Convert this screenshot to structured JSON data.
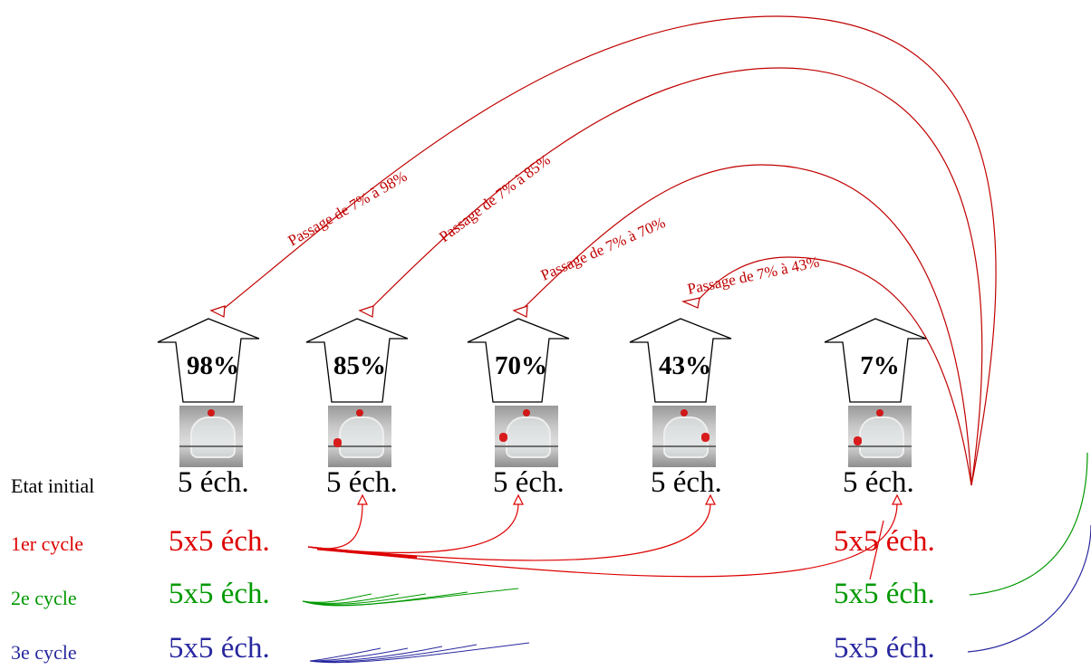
{
  "colors": {
    "transfer": "#c00000",
    "cycle1": "#dd0000",
    "cycle2": "#009900",
    "cycle3": "#2828a0",
    "initial": "#000000"
  },
  "humidity_levels": [
    "98%",
    "85%",
    "70%",
    "43%",
    "7%"
  ],
  "transfers": [
    "Passage de 7% à 98%",
    "Passage de 7% à 85%",
    "Passage de 7% à 70%",
    "Passage de 7% à 43%"
  ],
  "rows": [
    {
      "label": "Etat initial",
      "left_cell": "5 éch.",
      "right_cell": "5 éch.",
      "other_cells": [
        "5 éch.",
        "5 éch.",
        "5 éch."
      ]
    },
    {
      "label": "1er cycle",
      "left_cell": "5x5 éch.",
      "right_cell": "5x5 éch."
    },
    {
      "label": "2e cycle",
      "left_cell": "5x5 éch.",
      "right_cell": "5x5 éch."
    },
    {
      "label": "3e cycle",
      "left_cell": "5x5 éch.",
      "right_cell": "5x5 éch."
    }
  ]
}
